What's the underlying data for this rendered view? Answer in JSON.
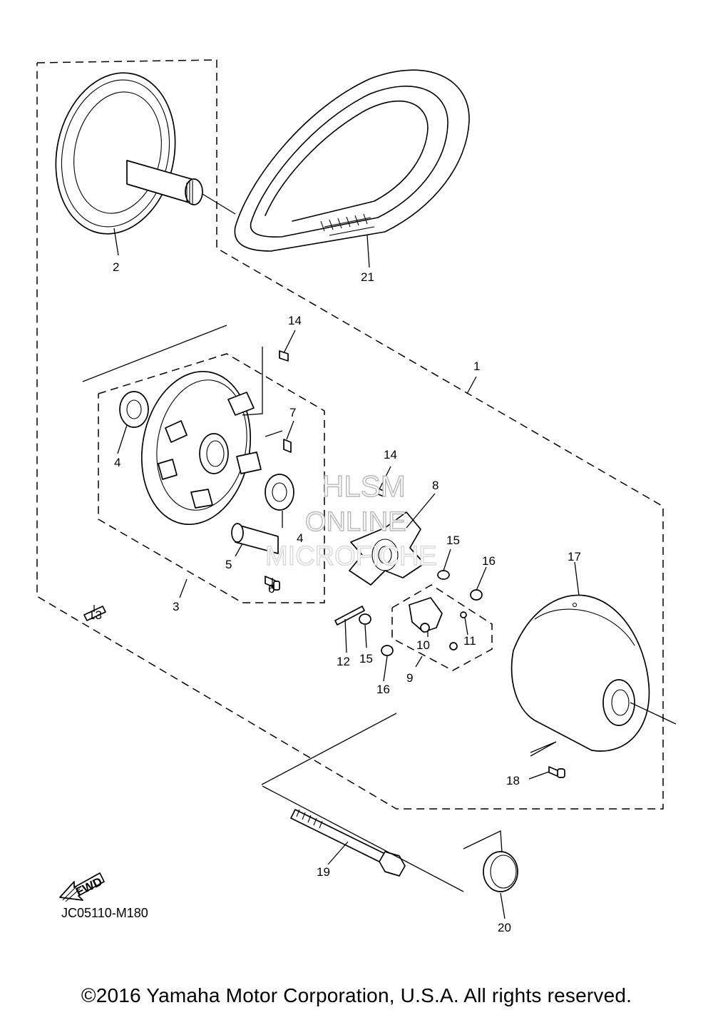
{
  "callouts": [
    {
      "id": "p1",
      "text": "1"
    },
    {
      "id": "p2",
      "text": "2"
    },
    {
      "id": "p3",
      "text": "3"
    },
    {
      "id": "p4a",
      "text": "4"
    },
    {
      "id": "p4b",
      "text": "4"
    },
    {
      "id": "p5",
      "text": "5"
    },
    {
      "id": "p6",
      "text": "6"
    },
    {
      "id": "p7",
      "text": "7"
    },
    {
      "id": "p8",
      "text": "8"
    },
    {
      "id": "p9",
      "text": "9"
    },
    {
      "id": "p10",
      "text": "10"
    },
    {
      "id": "p11",
      "text": "11"
    },
    {
      "id": "p12",
      "text": "12"
    },
    {
      "id": "p13",
      "text": "13"
    },
    {
      "id": "p14a",
      "text": "14"
    },
    {
      "id": "p14b",
      "text": "14"
    },
    {
      "id": "p15a",
      "text": "15"
    },
    {
      "id": "p15b",
      "text": "15"
    },
    {
      "id": "p16a",
      "text": "16"
    },
    {
      "id": "p16b",
      "text": "16"
    },
    {
      "id": "p17",
      "text": "17"
    },
    {
      "id": "p18",
      "text": "18"
    },
    {
      "id": "p19",
      "text": "19"
    },
    {
      "id": "p20",
      "text": "20"
    },
    {
      "id": "p21",
      "text": "21"
    }
  ],
  "fwd_label": "FWD",
  "diagram_code": "JC05110-M180",
  "watermark": [
    "HLSM",
    "ONLINE",
    "MICROFICHE"
  ],
  "copyright": "©2016 Yamaha Motor Corporation, U.S.A. All rights reserved."
}
